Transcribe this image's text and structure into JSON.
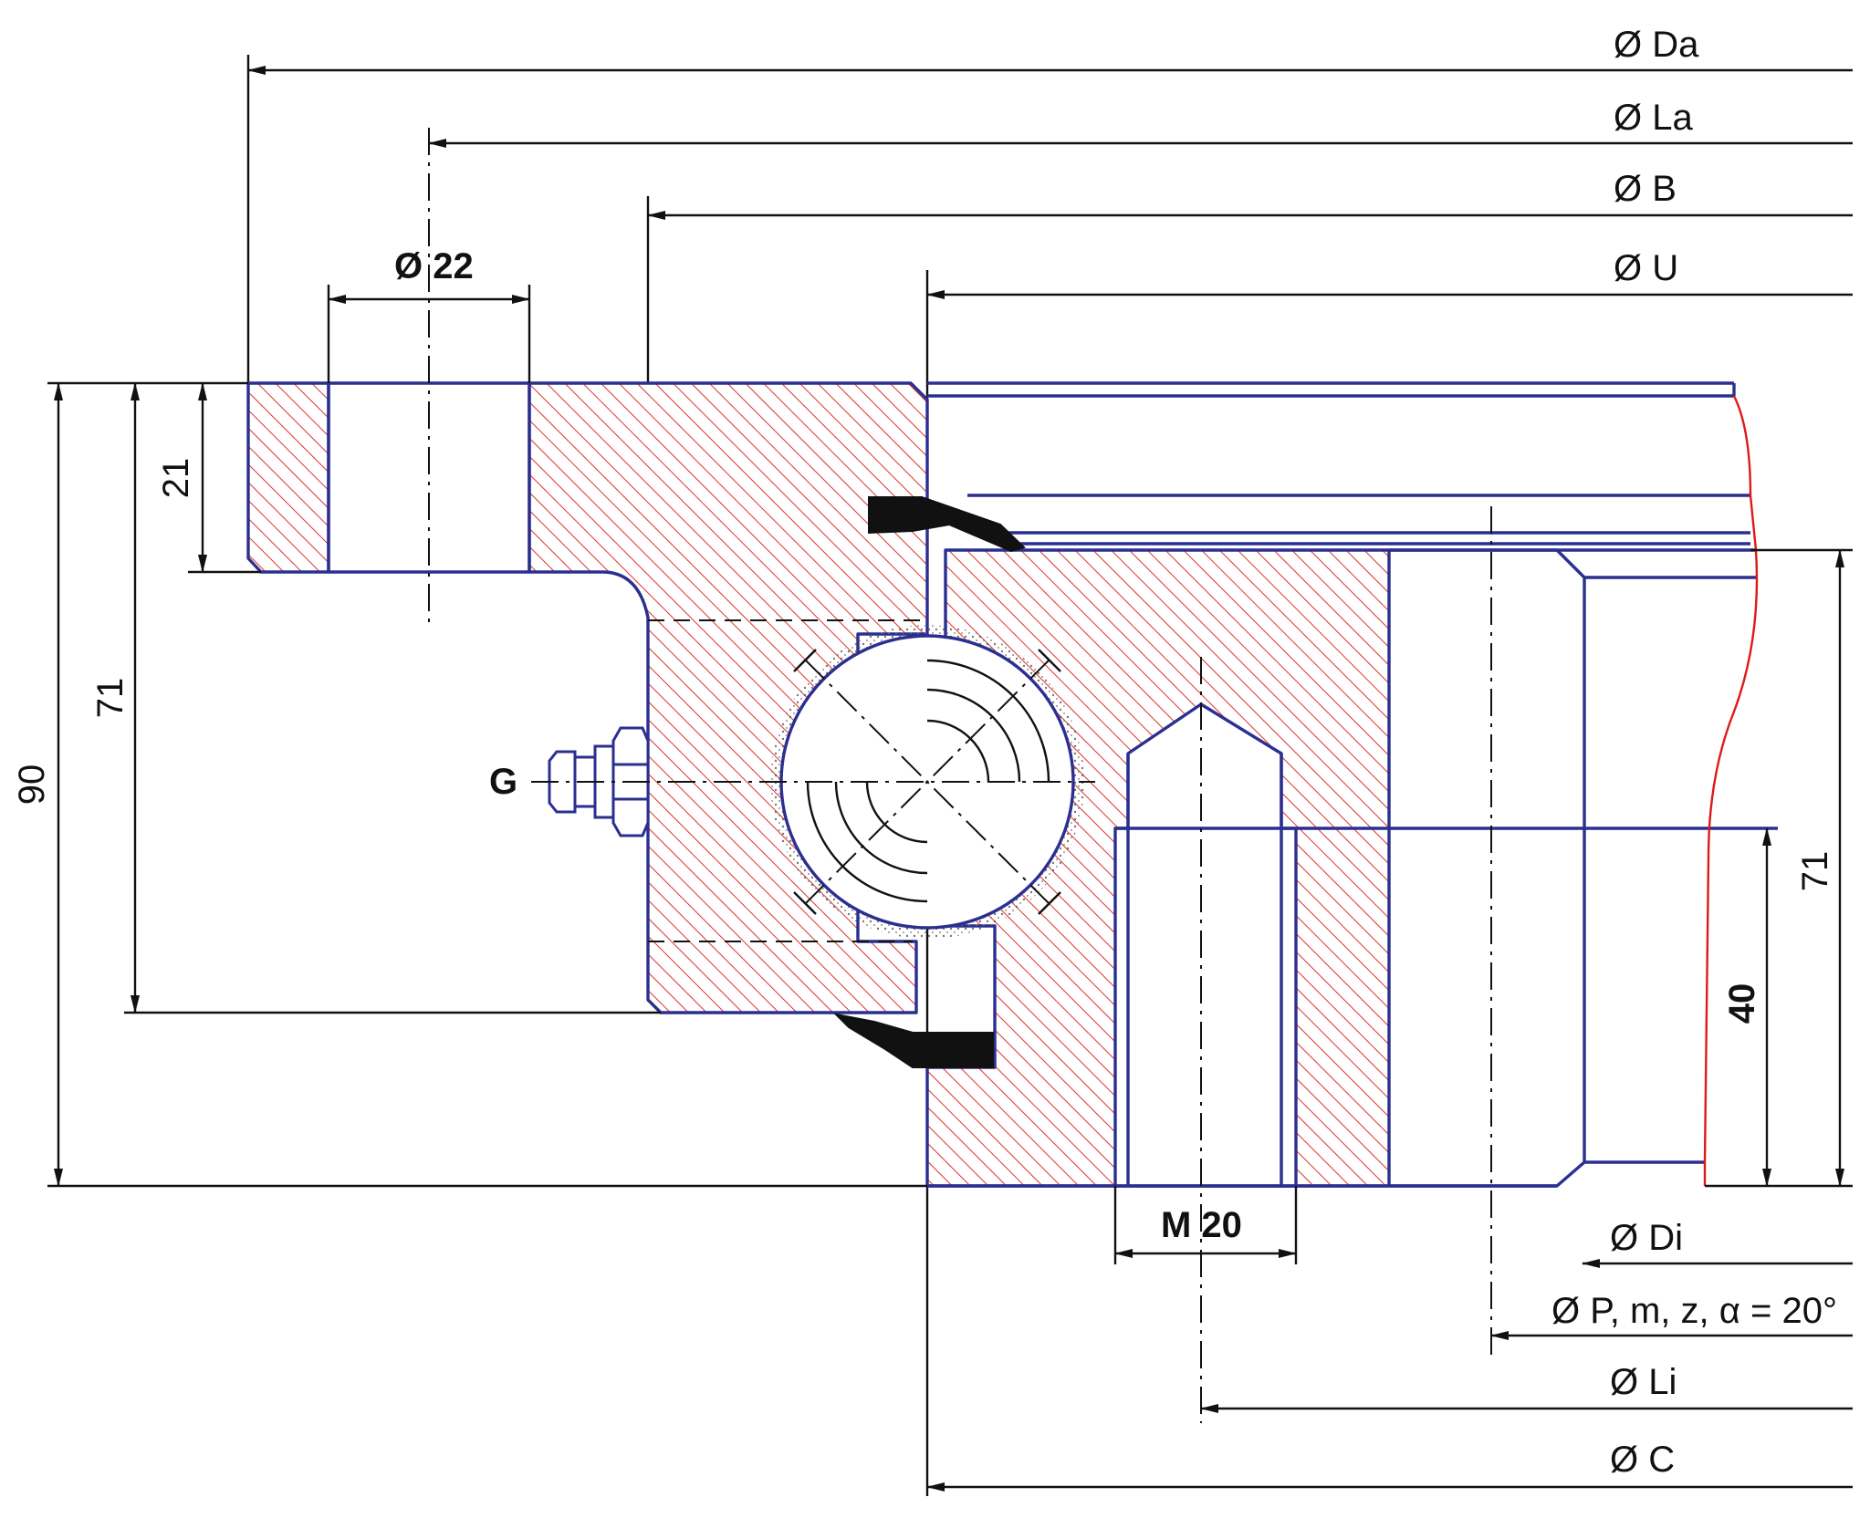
{
  "diameters": {
    "da": "Ø Da",
    "la": "Ø La",
    "b": "Ø B",
    "u": "Ø U",
    "di": "Ø Di",
    "p": "Ø P, m, z, α = 20°",
    "li": "Ø Li",
    "c": "Ø C"
  },
  "dimensions": {
    "hole_outer": "Ø 22",
    "thread_inner": "M 20",
    "flange_height": "21",
    "outer_ring_height": "71",
    "total_height": "90",
    "inner_ring_height": "71",
    "thread_depth": "40"
  },
  "labels": {
    "grease_nipple": "G"
  },
  "colors": {
    "outline": "#2b2f8f",
    "hatch": "#d9342b",
    "dimension": "#111111"
  }
}
